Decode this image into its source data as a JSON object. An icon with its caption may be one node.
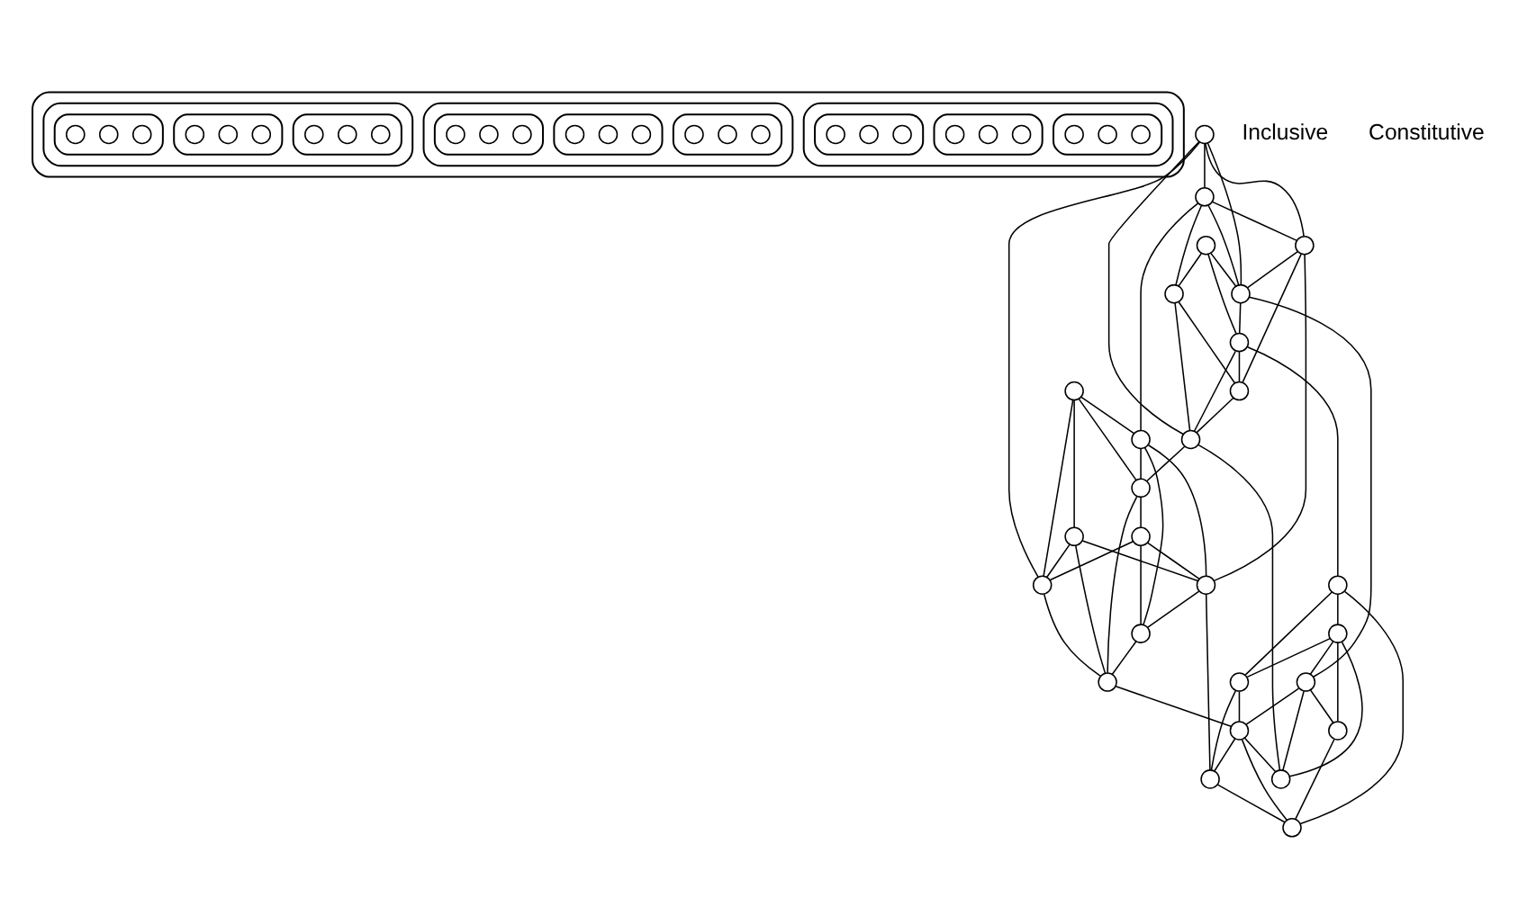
{
  "diagram": {
    "nodes": [
      {
        "text": [],
        "shape": "triangle"
      },
      {
        "text": [],
        "shape": "triangle",
        "in": 0
      },
      {
        "text": [],
        "shape": "triangle",
        "in": 1
      },
      {
        "text": [],
        "shape": "circle",
        "in": 2
      },
      {
        "text": [],
        "shape": "circle",
        "in": 2
      },
      {
        "text": [],
        "shape": "circle",
        "in": 2
      },
      {
        "text": [],
        "shape": "triangle",
        "in": 1
      },
      {
        "text": [],
        "shape": "circle",
        "in": 6
      },
      {
        "text": [],
        "shape": "circle",
        "in": 6
      },
      {
        "text": [],
        "shape": "circle",
        "in": 6
      },
      {
        "text": [],
        "shape": "triangle",
        "in": 1
      },
      {
        "text": [],
        "shape": "circle",
        "in": 10
      },
      {
        "text": [],
        "shape": "circle",
        "in": 10
      },
      {
        "text": [],
        "shape": "circle",
        "in": 10
      },
      {
        "text": [],
        "shape": "triangle",
        "in": 0
      },
      {
        "text": [],
        "shape": "triangle",
        "in": 14
      },
      {
        "text": [],
        "shape": "circle",
        "in": 15
      },
      {
        "text": [],
        "shape": "circle",
        "in": 15
      },
      {
        "text": [],
        "shape": "circle",
        "in": 15
      },
      {
        "text": [],
        "shape": "triangle",
        "in": 14
      },
      {
        "text": [],
        "shape": "circle",
        "in": 19
      },
      {
        "text": [],
        "shape": "circle",
        "in": 19
      },
      {
        "text": [],
        "shape": "circle",
        "in": 19
      },
      {
        "text": [],
        "shape": "triangle",
        "in": 14
      },
      {
        "text": [],
        "shape": "circle",
        "in": 23
      },
      {
        "text": [],
        "shape": "circle",
        "in": 23
      },
      {
        "text": [],
        "shape": "circle",
        "in": 23
      },
      {
        "text": [],
        "shape": "triangle",
        "in": 0
      },
      {
        "text": [],
        "shape": "triangle",
        "in": 27
      },
      {
        "text": [],
        "shape": "circle",
        "in": 28
      },
      {
        "text": [],
        "shape": "circle",
        "in": 28
      },
      {
        "text": [],
        "shape": "circle",
        "in": 28
      },
      {
        "text": [],
        "shape": "triangle",
        "in": 27
      },
      {
        "text": [],
        "shape": "circle",
        "in": 32
      },
      {
        "text": [],
        "shape": "circle",
        "in": 32
      },
      {
        "text": [],
        "shape": "circle",
        "in": 32
      },
      {
        "text": [],
        "shape": "triangle",
        "in": 27
      },
      {
        "text": [],
        "shape": "circle",
        "in": 36
      },
      {
        "text": [],
        "shape": "circle",
        "in": 36
      },
      {
        "text": [],
        "shape": "circle",
        "in": 36
      },
      {
        "text": [],
        "shape": "circle"
      },
      {
        "text": [],
        "shape": "circle"
      },
      {
        "text": [],
        "shape": "circle"
      },
      {
        "text": [],
        "shape": "circle"
      },
      {
        "text": [],
        "shape": "circle"
      },
      {
        "text": [],
        "shape": "circle"
      },
      {
        "text": [],
        "shape": "circle"
      },
      {
        "text": [],
        "shape": "circle"
      },
      {
        "text": [],
        "shape": "circle"
      },
      {
        "text": [],
        "shape": "circle"
      },
      {
        "text": [],
        "shape": "circle"
      },
      {
        "text": [],
        "shape": "circle"
      },
      {
        "text": [],
        "shape": "circle"
      },
      {
        "text": [],
        "shape": "circle"
      },
      {
        "text": [],
        "shape": "circle"
      },
      {
        "text": [],
        "shape": "circle"
      },
      {
        "text": [],
        "shape": "circle"
      },
      {
        "text": [],
        "shape": "circle"
      },
      {
        "text": [],
        "shape": "circle"
      },
      {
        "text": [],
        "shape": "circle"
      },
      {
        "text": [],
        "shape": "circle"
      },
      {
        "text": [],
        "shape": "circle"
      },
      {
        "text": [],
        "shape": "circle"
      },
      {
        "text": [],
        "shape": "circle"
      },
      {
        "text": [],
        "shape": "circle"
      },
      {
        "text": [],
        "shape": "circle"
      },
      {
        "text": [],
        "shape": "circle"
      }
    ],
    "edges": [
      {
        "from": 40,
        "to": 43,
        "arrow": "none"
      },
      {
        "from": 40,
        "to": 42,
        "arrow": "none"
      },
      {
        "from": 40,
        "to": 45,
        "arrow": "none"
      },
      {
        "from": 43,
        "to": 42,
        "arrow": "none"
      },
      {
        "from": 43,
        "to": 45,
        "arrow": "none"
      },
      {
        "from": 45,
        "to": 42,
        "arrow": "none"
      },
      {
        "from": 41,
        "to": 42,
        "arrow": "none"
      },
      {
        "from": 41,
        "to": 44,
        "arrow": "none"
      },
      {
        "from": 42,
        "to": 44,
        "arrow": "none"
      },
      {
        "from": 43,
        "to": 46,
        "arrow": "none"
      },
      {
        "from": 45,
        "to": 47,
        "arrow": "none"
      },
      {
        "from": 40,
        "to": 48,
        "arrow": "none"
      },
      {
        "from": 46,
        "to": 47,
        "arrow": "none"
      },
      {
        "from": 46,
        "to": 48,
        "arrow": "none"
      },
      {
        "from": 47,
        "to": 48,
        "arrow": "none"
      },
      {
        "from": 44,
        "to": 47,
        "arrow": "none"
      },
      {
        "from": 44,
        "to": 48,
        "arrow": "none"
      },
      {
        "from": 41,
        "to": 46,
        "arrow": "none"
      },
      {
        "from": 40,
        "to": 56,
        "arrow": "none"
      },
      {
        "from": 43,
        "to": 49,
        "arrow": "none"
      },
      {
        "from": 45,
        "to": 53,
        "arrow": "none"
      },
      {
        "from": 48,
        "to": 51,
        "arrow": "none"
      },
      {
        "from": 44,
        "to": 58,
        "arrow": "none"
      },
      {
        "from": 42,
        "to": 61,
        "arrow": "none"
      },
      {
        "from": 48,
        "to": 64,
        "arrow": "none"
      },
      {
        "from": 50,
        "to": 49,
        "arrow": "none"
      },
      {
        "from": 50,
        "to": 51,
        "arrow": "none"
      },
      {
        "from": 49,
        "to": 51,
        "arrow": "none"
      },
      {
        "from": 50,
        "to": 55,
        "arrow": "none"
      },
      {
        "from": 50,
        "to": 56,
        "arrow": "none"
      },
      {
        "from": 49,
        "to": 53,
        "arrow": "none"
      },
      {
        "from": 49,
        "to": 54,
        "arrow": "none"
      },
      {
        "from": 51,
        "to": 52,
        "arrow": "none"
      },
      {
        "from": 51,
        "to": 57,
        "arrow": "none"
      },
      {
        "from": 52,
        "to": 53,
        "arrow": "none"
      },
      {
        "from": 52,
        "to": 54,
        "arrow": "none"
      },
      {
        "from": 53,
        "to": 54,
        "arrow": "none"
      },
      {
        "from": 52,
        "to": 56,
        "arrow": "none"
      },
      {
        "from": 55,
        "to": 53,
        "arrow": "none"
      },
      {
        "from": 55,
        "to": 56,
        "arrow": "none"
      },
      {
        "from": 55,
        "to": 57,
        "arrow": "none"
      },
      {
        "from": 56,
        "to": 57,
        "arrow": "none"
      },
      {
        "from": 54,
        "to": 57,
        "arrow": "none"
      },
      {
        "from": 57,
        "to": 63,
        "arrow": "none"
      },
      {
        "from": 53,
        "to": 62,
        "arrow": "none"
      },
      {
        "from": 58,
        "to": 59,
        "arrow": "none"
      },
      {
        "from": 58,
        "to": 60,
        "arrow": "none"
      },
      {
        "from": 58,
        "to": 66,
        "arrow": "none"
      },
      {
        "from": 59,
        "to": 60,
        "arrow": "none"
      },
      {
        "from": 59,
        "to": 61,
        "arrow": "none"
      },
      {
        "from": 59,
        "to": 64,
        "arrow": "none"
      },
      {
        "from": 59,
        "to": 65,
        "arrow": "none"
      },
      {
        "from": 60,
        "to": 63,
        "arrow": "none"
      },
      {
        "from": 60,
        "to": 62,
        "arrow": "none"
      },
      {
        "from": 61,
        "to": 64,
        "arrow": "none"
      },
      {
        "from": 61,
        "to": 65,
        "arrow": "none"
      },
      {
        "from": 61,
        "to": 63,
        "arrow": "none"
      },
      {
        "from": 63,
        "to": 64,
        "arrow": "none"
      },
      {
        "from": 63,
        "to": 62,
        "arrow": "none"
      },
      {
        "from": 63,
        "to": 66,
        "arrow": "none"
      },
      {
        "from": 65,
        "to": 66,
        "arrow": "none"
      },
      {
        "from": 62,
        "to": 66,
        "arrow": "none"
      }
    ],
    "labels": [
      "Inclusive",
      "Constitutive"
    ]
  }
}
